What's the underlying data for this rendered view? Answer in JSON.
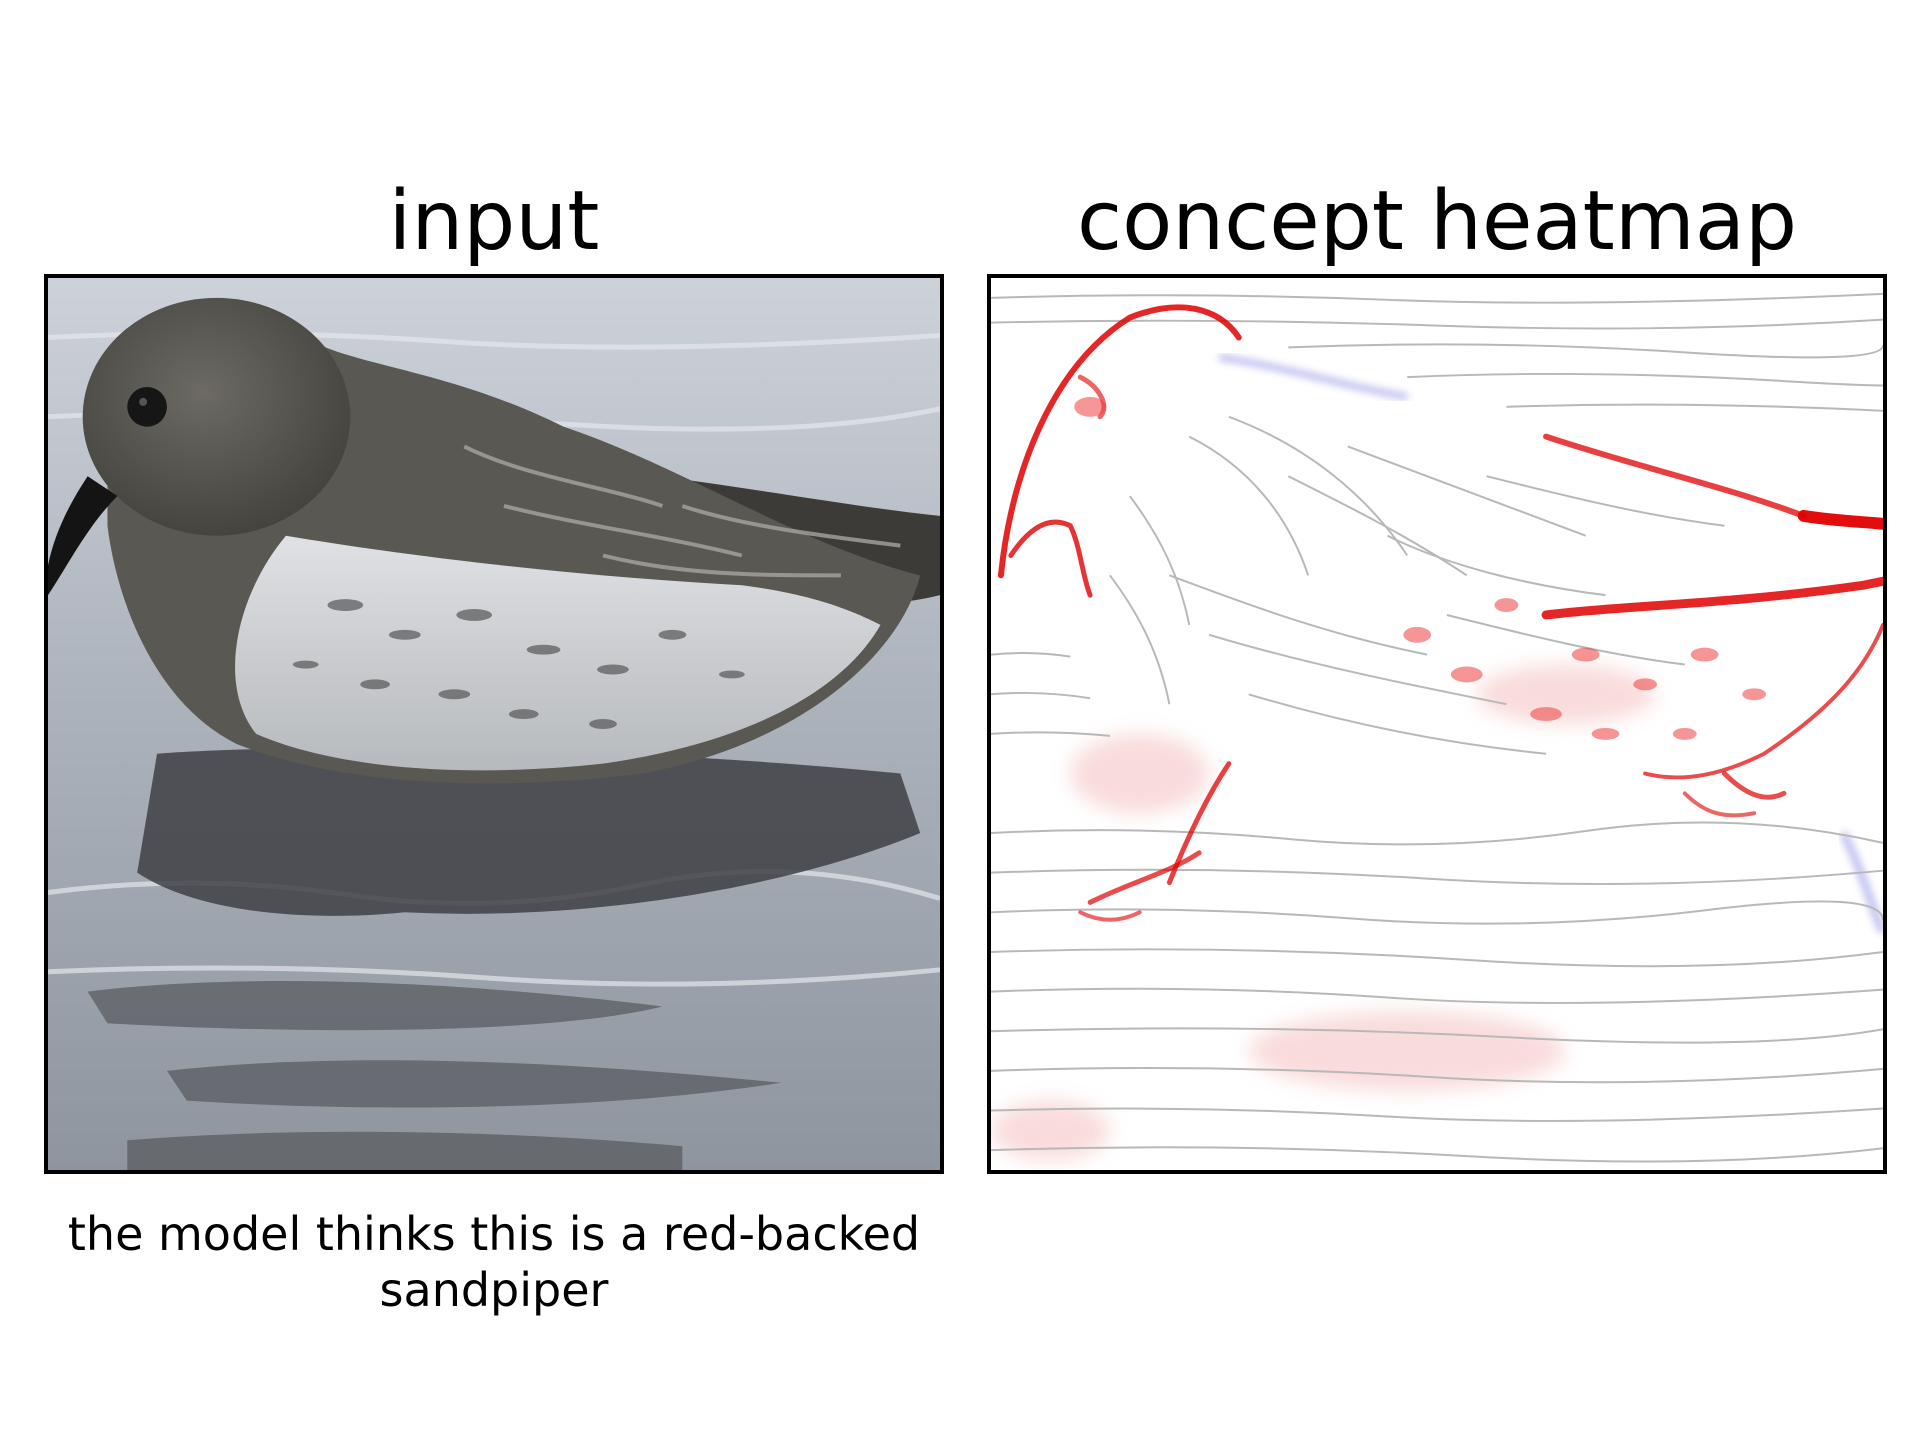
{
  "panels": {
    "input": {
      "title": "input",
      "caption": "the model thinks this is a red-backed sandpiper",
      "image_subject": "sandpiper-standing-in-water"
    },
    "heatmap": {
      "title": "concept heatmap",
      "image_subject": "sandpiper-edge-map-with-red-blue-attribution"
    }
  },
  "colors": {
    "positive_attribution": "#e00000",
    "negative_attribution": "#4040d0",
    "edge_lines": "#b8b8b8",
    "water": "#b9bfc8",
    "bird_body": "#5a5852",
    "bird_belly": "#cdcfd2"
  }
}
